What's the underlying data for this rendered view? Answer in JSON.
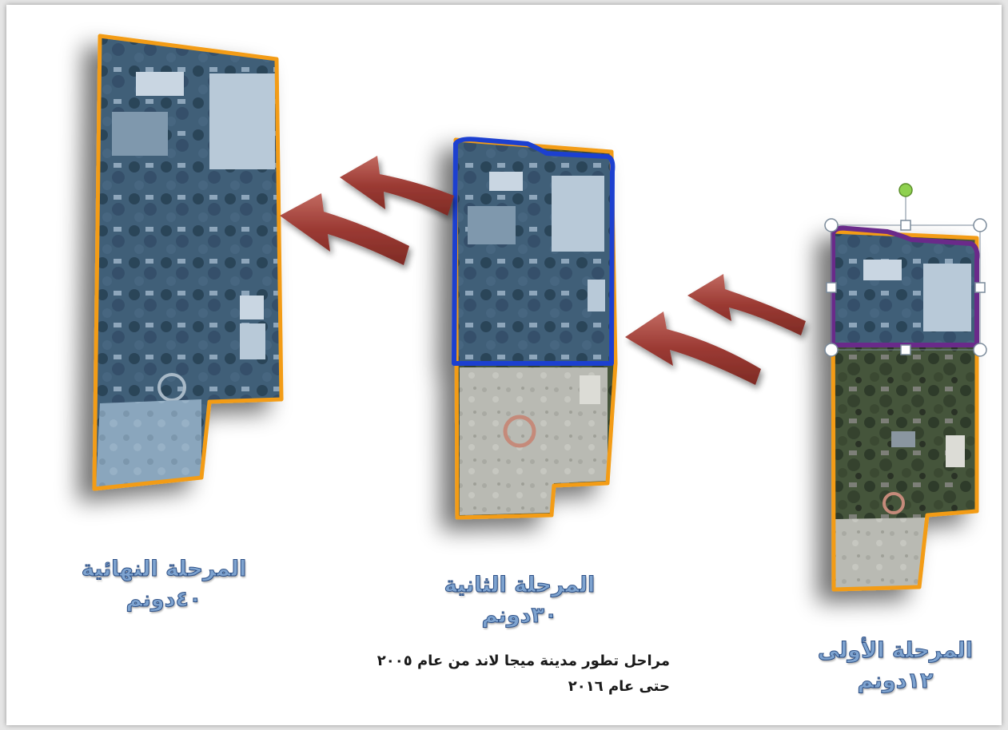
{
  "stages": [
    {
      "id": "final",
      "title": "المرحلة النهائية",
      "area": "٤٠دونم"
    },
    {
      "id": "second",
      "title": "المرحلة الثانية",
      "area": "٣٠دونم"
    },
    {
      "id": "first",
      "title": "المرحلة الأولى",
      "area": "١٢دونم"
    }
  ],
  "caption": {
    "line1": "مراحل تطور مدينة ميجا لاند من عام ٢٠٠٥",
    "line2": "حتى عام ٢٠١٦"
  },
  "colors": {
    "outline_orange": "#f39c12",
    "outline_blue": "#1f3fd0",
    "outline_purple": "#6b2a8a",
    "arrow": "#9b3a33",
    "label_fill": "#7ea3cf",
    "label_stroke": "#2c4f86",
    "handle_green": "#8fd14f"
  }
}
